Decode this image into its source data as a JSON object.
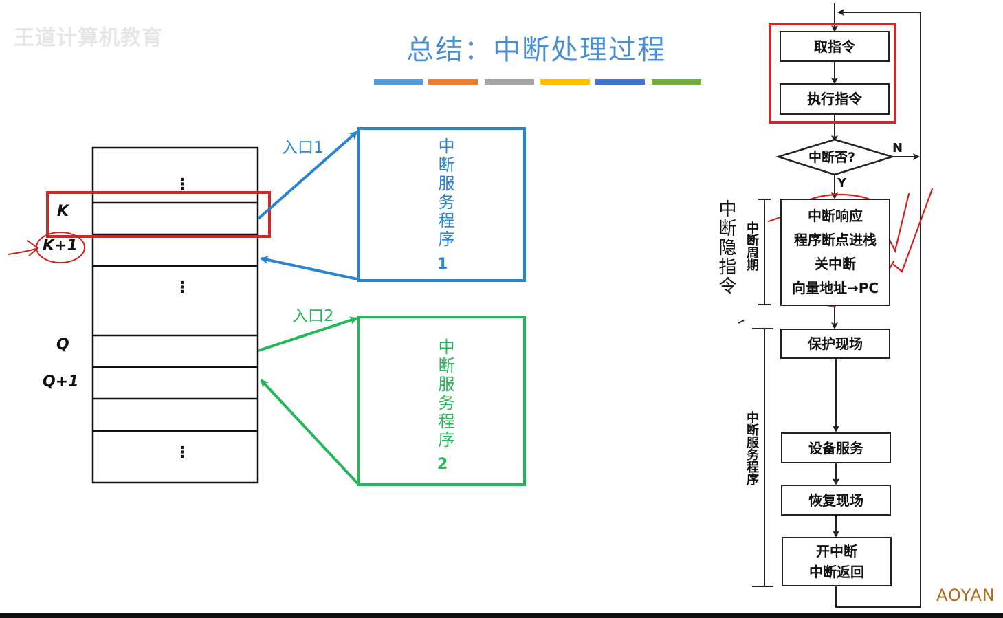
{
  "watermark": "王道计算机教育",
  "title": "总结：中断处理过程",
  "title_bar_colors": [
    "#5b9bd5",
    "#ed7d31",
    "#a5a5a5",
    "#ffc000",
    "#4472c4",
    "#70ad47"
  ],
  "memory": {
    "labels": {
      "k": "K",
      "k1": "K+1",
      "q": "Q",
      "q1": "Q+1"
    },
    "dots": [
      "⋮",
      "⋮",
      "⋮"
    ]
  },
  "routines": {
    "entry1": "入口1",
    "entry2": "入口2",
    "isr1_text": "中断服务程序",
    "isr1_num": "1",
    "isr2_text": "中断服务程序",
    "isr2_num": "2",
    "isr1_color": "#2b84d1",
    "isr2_color": "#24b85a"
  },
  "flowchart": {
    "fetch": "取指令",
    "execute": "执行指令",
    "decision": "中断否?",
    "yes": "Y",
    "no": "N",
    "cycle_lines": [
      "中断响应",
      "程序断点进栈",
      "关中断",
      "向量地址→PC"
    ],
    "save": "保护现场",
    "service": "设备服务",
    "restore": "恢复现场",
    "final_lines": [
      "开中断",
      "中断返回"
    ],
    "interrupt_cycle": "中断周期",
    "hidden_instruction": "中断隐指令",
    "isr_label": "中断服务程序"
  },
  "brand": "AOYAN",
  "colors": {
    "annotation_red": "#d61f1f",
    "box_red": "#c92a2a"
  }
}
